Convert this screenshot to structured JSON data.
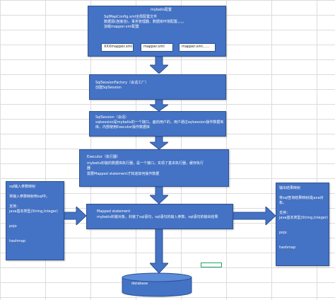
{
  "top_box": {
    "title": "mybatis配置",
    "lines": [
      "SqlMapConfig.xml全局配置文件",
      "数据源(连接池)，事务管理器，数据库环境配置。。。。",
      "加载mapper.xml配置"
    ],
    "files": [
      "XXXmapper.xml",
      "mapper.xml",
      "mapper.xml......"
    ]
  },
  "factory_box": {
    "lines": [
      "SqlSessionFactory（会话工厂）",
      "创建SqlSession"
    ]
  },
  "session_box": {
    "lines": [
      "SqlSession（会话）",
      "sqlsession是mybatis的一个接口，面向用户的，用户通过sqlsession操作数据库",
      "库，内部使用Executor操作数据库"
    ]
  },
  "executor_box": {
    "lines": [
      "Executor（执行器）",
      "mybatis封装的数据库执行器，是一个接口，实现了基本执行器，缓存执行",
      "器",
      "需要Mapped statement才知道如何操作数据"
    ]
  },
  "mapped_box": {
    "lines": [
      "Mapped statement",
      "mybatis封装对象，封装了sql语句，sql语句的输入参数，sql语句的输出结果"
    ]
  },
  "database": {
    "label": "database"
  },
  "input_box": {
    "lines": [
      "sql输入参数映射",
      "",
      "将输入参数映射到sql中。",
      "",
      "支持：",
      "java基本类型(String,Integer)",
      "",
      "",
      "pojo",
      "",
      "",
      "hashmap"
    ]
  },
  "output_box": {
    "lines": [
      "输出结果映射",
      "",
      "将sql查询结果映射成java对",
      "象。",
      "",
      "支持：",
      "java基本类型(String,Integer)",
      "",
      "",
      "pojo",
      "",
      "",
      "hashmap"
    ]
  },
  "colors": {
    "box_fill": "#4472c4",
    "box_border": "#2f528f",
    "selection": "#21a366"
  }
}
